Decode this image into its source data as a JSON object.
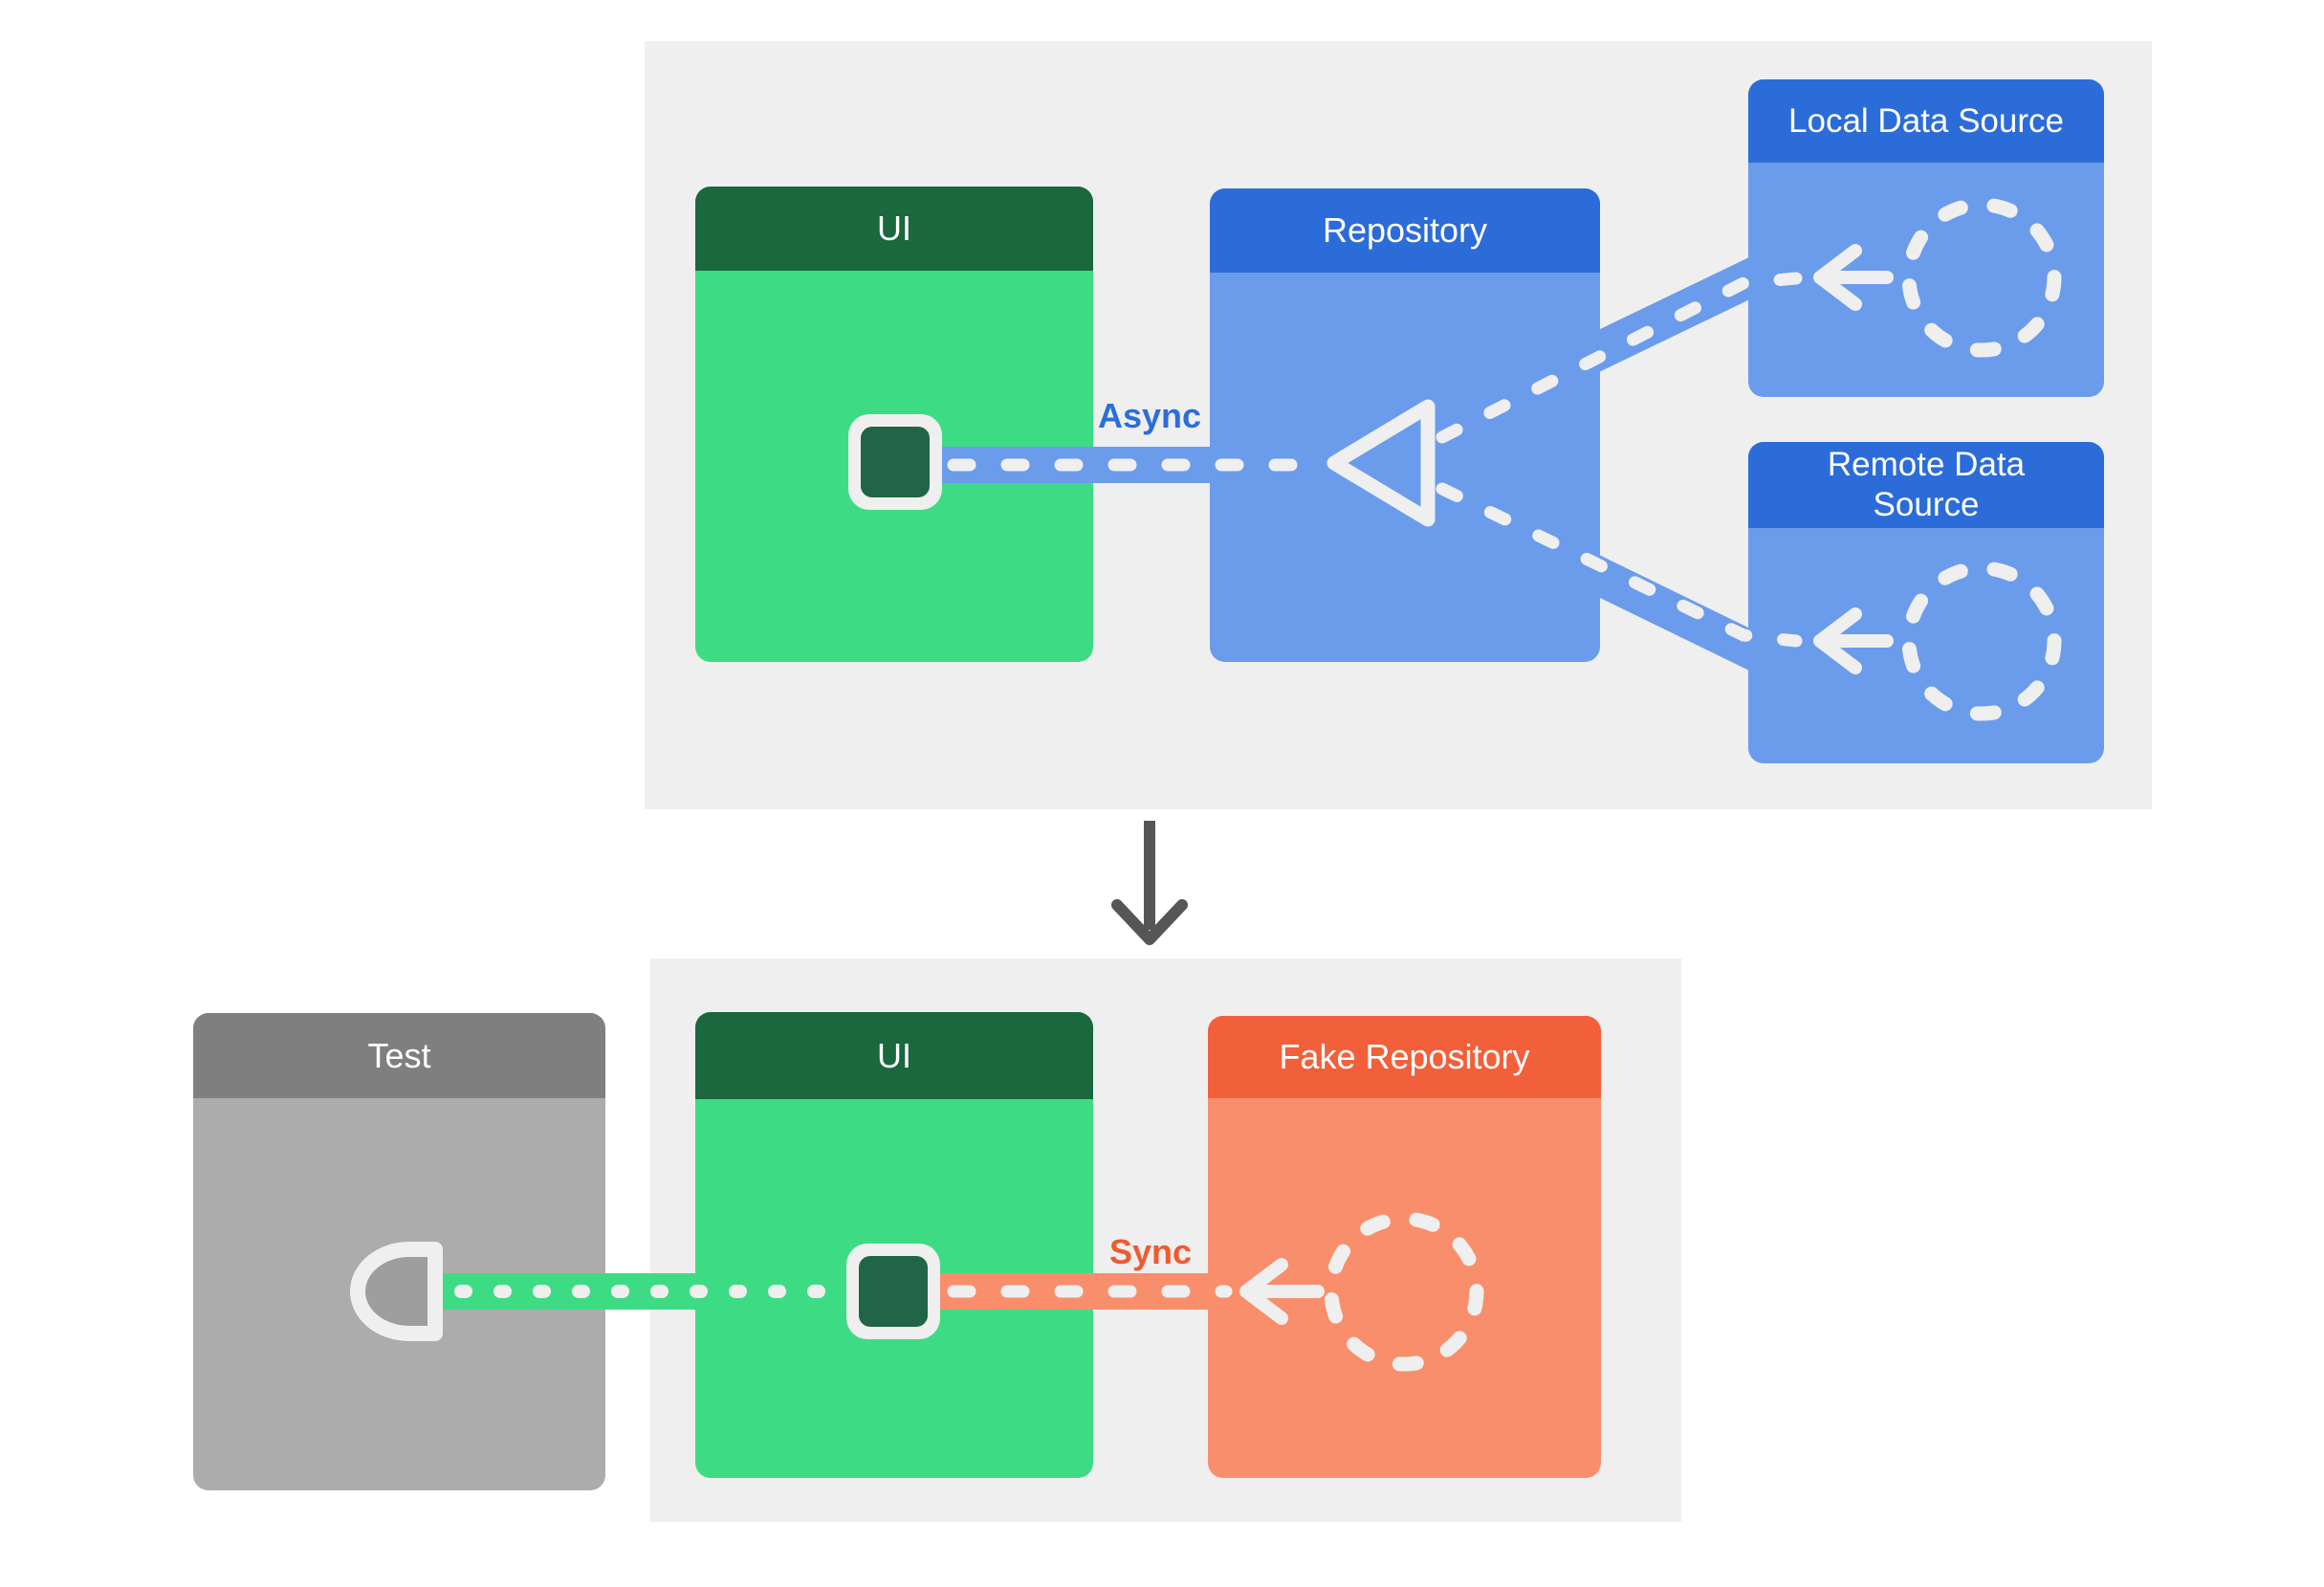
{
  "sections": {
    "production": {
      "ui_box_title": "UI",
      "repository_box_title": "Repository",
      "local_data_source_title": "Local Data Source",
      "remote_data_source_title": "Remote Data Source",
      "connection_label": "Async"
    },
    "test": {
      "test_box_title": "Test",
      "ui_box_title": "UI",
      "fake_repository_title": "Fake Repository",
      "connection_label": "Sync"
    }
  },
  "icons": {
    "merge_triangle": "hollow left-pointing triangle outline",
    "dashed_circle": "dashed circle placeholder",
    "arrow_left": "left-pointing arrow",
    "module_port": "dark green rounded square with white border",
    "test_socket": "D-shaped socket outline",
    "down_arrow": "downward arrow between sections"
  },
  "colors": {
    "panel_bg": "#EFEFEF",
    "green_body": "#3DDC84",
    "green_header": "#1B673E",
    "module_fill": "#206546",
    "blue_header": "#2C6CD8",
    "blue_body_band": "#6B9CEB",
    "orange_header": "#F1603A",
    "orange_body_band": "#F98E6D",
    "gray_header": "#7F7F7F",
    "gray_body": "#ACACAC",
    "connector_white": "#EFEFEF",
    "async_text": "#2B6FD8",
    "sync_text": "#EF5A31",
    "down_arrow": "#565656"
  }
}
